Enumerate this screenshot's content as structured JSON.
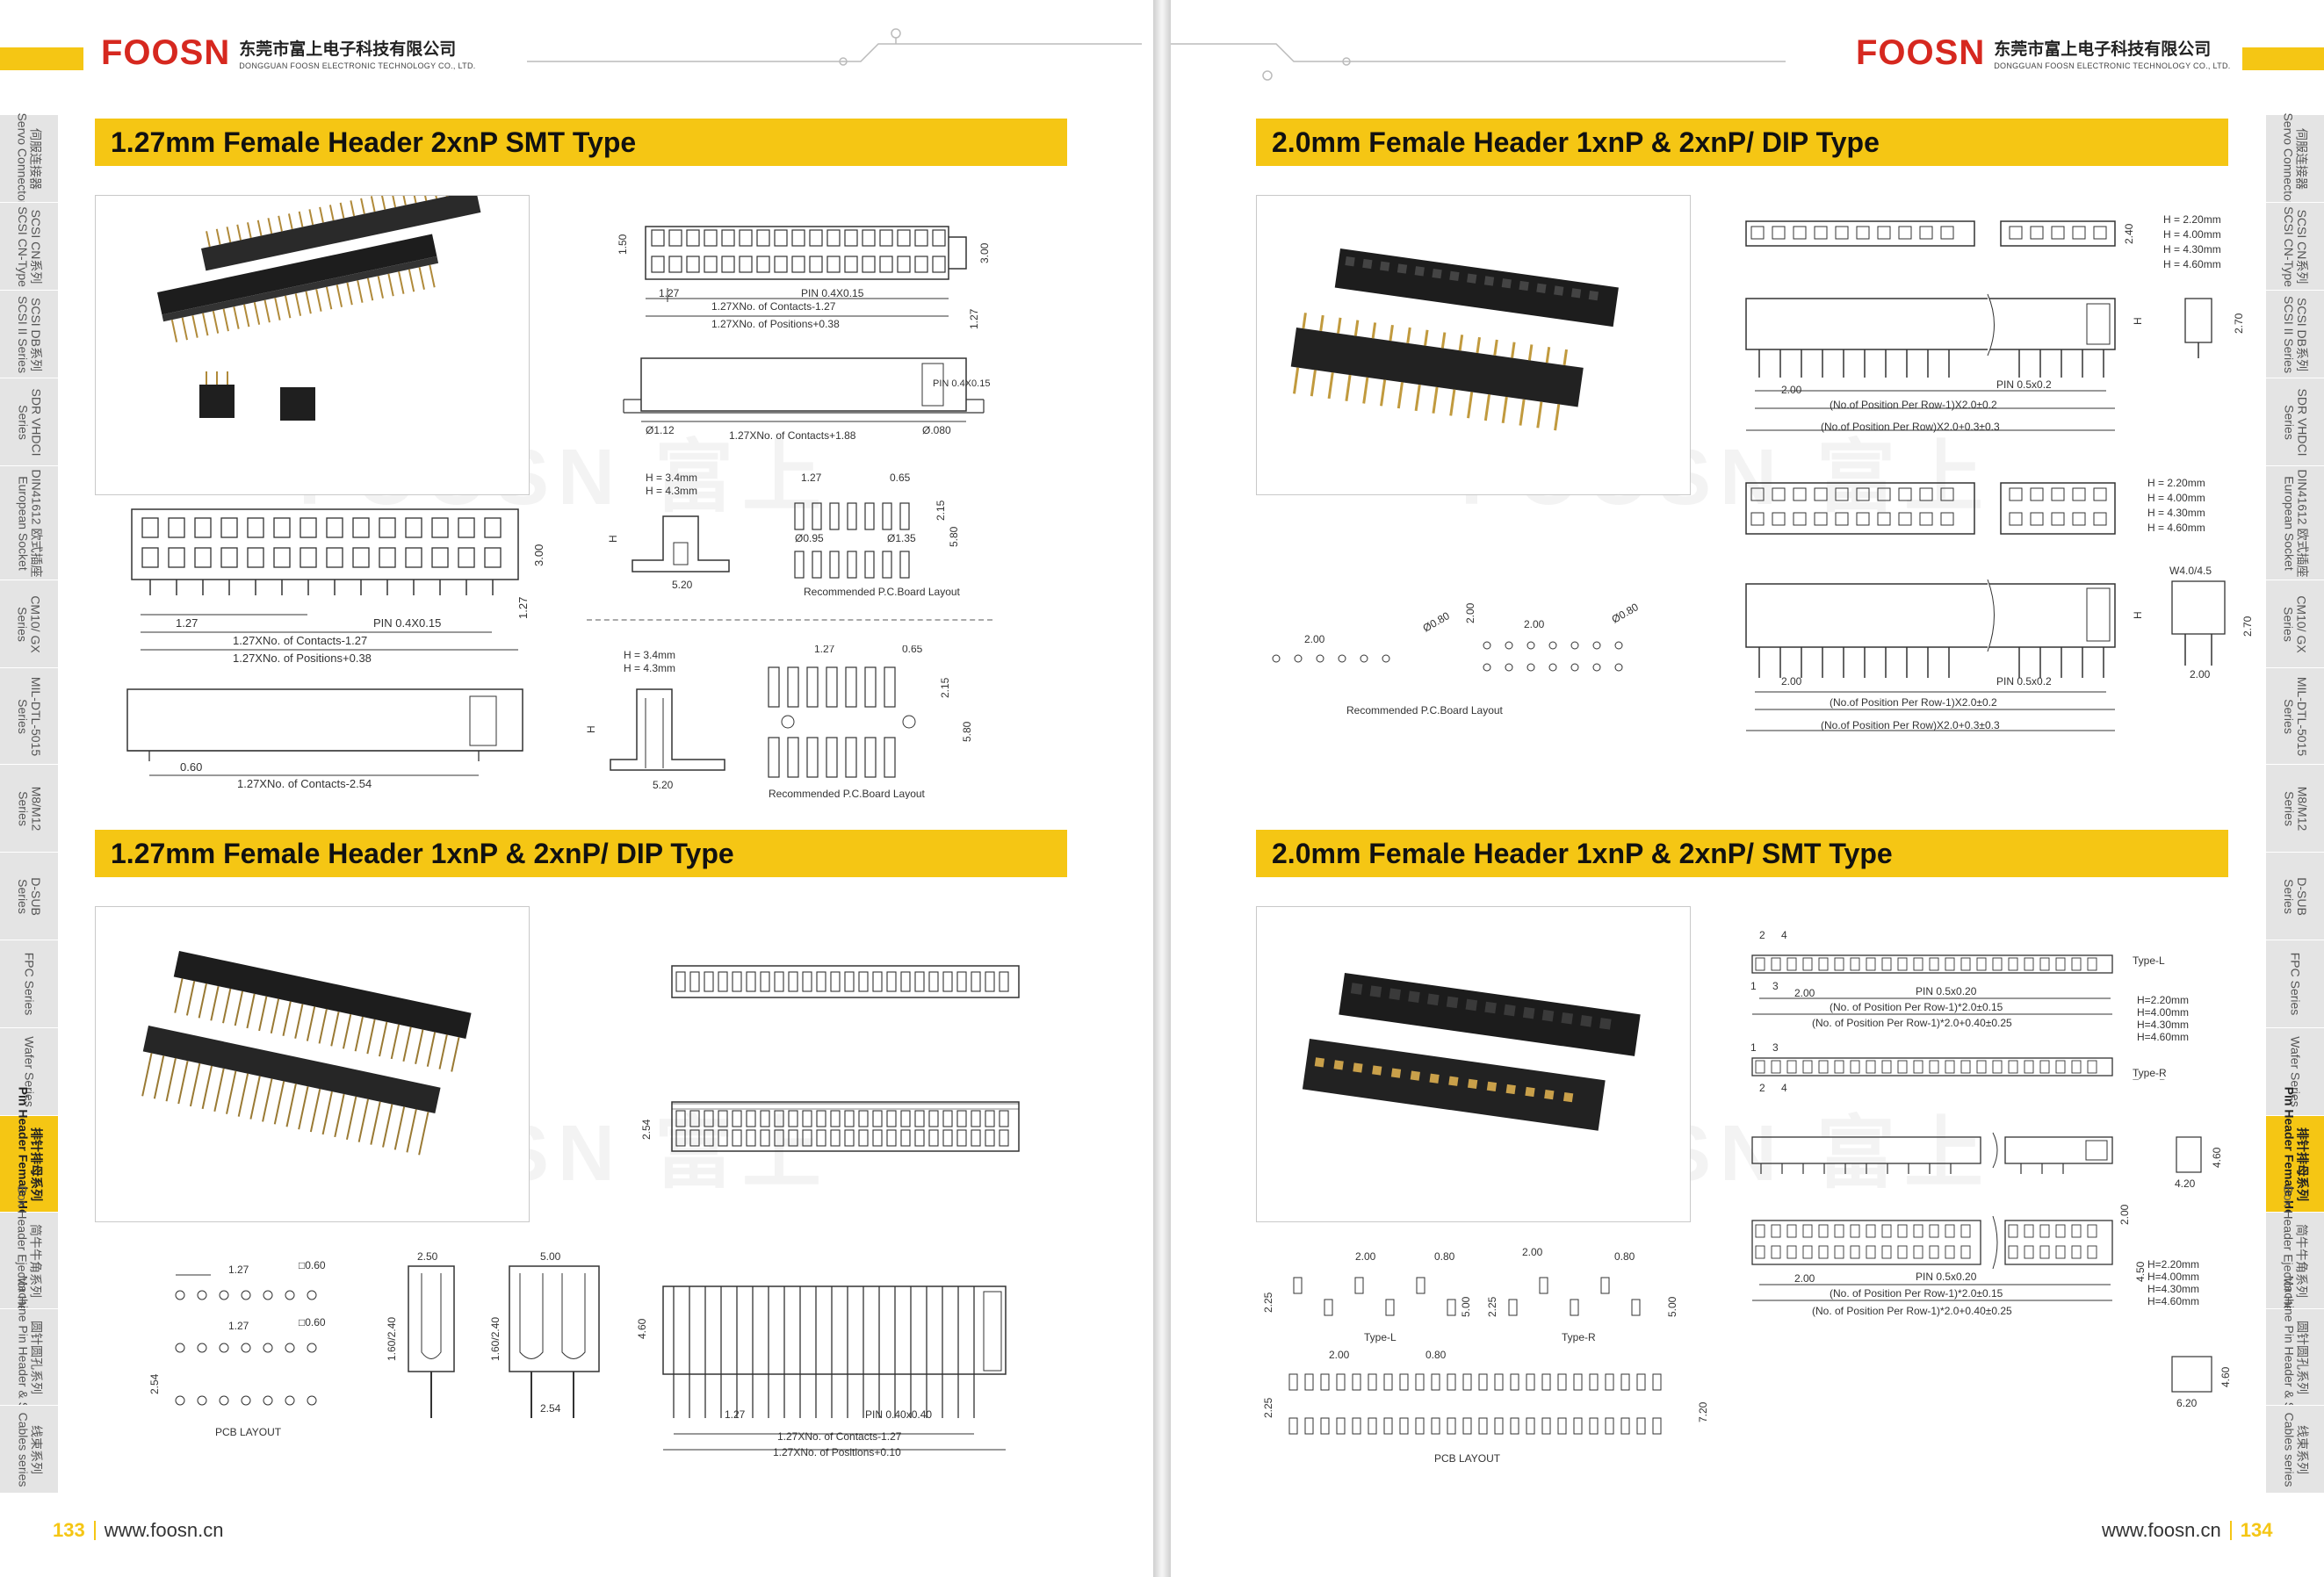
{
  "brand": {
    "logo": "FOOSN",
    "cn_name": "东莞市富上电子科技有限公司",
    "en_name": "DONGGUAN FOOSN ELECTRONIC TECHNOLOGY CO., LTD."
  },
  "watermark": "FOOSN 富上",
  "sections": {
    "left_top": "1.27mm Female Header 2xnP SMT Type",
    "left_bottom": "1.27mm Female Header 1xnP & 2xnP/ DIP Type",
    "right_top": "2.0mm Female Header 1xnP & 2xnP/ DIP Type",
    "right_bottom": "2.0mm Female Header 1xnP & 2xnP/ SMT Type"
  },
  "footer": {
    "left_page": "133",
    "right_page": "134",
    "url": "www.foosn.cn"
  },
  "tabs": [
    {
      "cn": "伺服连接器",
      "en": "Servo Connector"
    },
    {
      "cn": "SCSI CN系列",
      "en": "SCSI CN-Type"
    },
    {
      "cn": "SCSI DB系列",
      "en": "SCSI II Series"
    },
    {
      "cn": "SDR VHDCI",
      "en": "Series"
    },
    {
      "cn": "DIN41612 欧式插座",
      "en": "European Socket"
    },
    {
      "cn": "CM10/ GX",
      "en": "Series"
    },
    {
      "cn": "MIL-DTL-5015",
      "en": "Series"
    },
    {
      "cn": "M8/M12",
      "en": "Series"
    },
    {
      "cn": "D-SUB",
      "en": "Series"
    },
    {
      "cn": "FPC Series",
      "en": ""
    },
    {
      "cn": "Wafer Series",
      "en": ""
    },
    {
      "cn": "排针排母系列",
      "en": "Pin Header Female Header"
    },
    {
      "cn": "简牛牛角系列",
      "en": "Box Header Ejector Header"
    },
    {
      "cn": "圆针圆孔系列",
      "en": "Machine Pin Header & Socket"
    },
    {
      "cn": "线束系列",
      "en": "Cables series"
    }
  ],
  "dims": {
    "lt_pin": "PIN 0.4X0.15",
    "lt_contacts": "1.27XNo. of Contacts-1.27",
    "lt_positions": "1.27XNo. of Positions+0.38",
    "lt_pitch": "1.27",
    "lt_h1": "1.50",
    "lt_h2": "3.00",
    "lt_dia1": "Ø1.12",
    "lt_contacts2": "1.27XNo. of Contacts+1.88",
    "lt_dia2": "Ø.080",
    "lt_hh": "H = 3.4mm",
    "lt_hh2": "H = 4.3mm",
    "lt_w": "5.20",
    "lt_p065": "0.65",
    "lt_d095": "Ø0.95",
    "lt_d135": "Ø1.35",
    "lt_215": "2.15",
    "lt_580": "5.80",
    "lt_rec": "Recommended P.C.Board Layout",
    "lt_060": "0.60",
    "lt_contacts3": "1.27XNo. of Contacts-2.54",
    "lt_h": "H",
    "lb_060": "□0.60",
    "lb_254": "2.54",
    "lb_pcb": "PCB LAYOUT",
    "lb_250": "2.50",
    "lb_500": "5.00",
    "lb_160": "1.60/2.40",
    "lb_460": "4.60",
    "lb_pin": "PIN 0.40x0.40",
    "lb_contacts": "1.27XNo. of Contacts-1.27",
    "lb_positions": "1.27XNo. of Positions+0.10",
    "rt_h220": "H = 2.20mm",
    "rt_h400": "H = 4.00mm",
    "rt_h430": "H = 4.30mm",
    "rt_h460": "H = 4.60mm",
    "rt_240": "2.40",
    "rt_270": "2.70",
    "rt_pin": "PIN 0.5x0.2",
    "rt_200": "2.00",
    "rt_row1": "(No.of Position Per Row-1)X2.0±0.2",
    "rt_row2": "(No.of Position Per Row)X2.0+0.3±0.3",
    "rt_w40": "W4.0/4.5",
    "rt_d080": "Ø0.80",
    "rt_rec": "Recommended P.C.Board Layout",
    "rb_typel": "Type-L",
    "rb_typer": "Type-R",
    "rb_h220": "H=2.20mm",
    "rb_h400": "H=4.00mm",
    "rb_h430": "H=4.30mm",
    "rb_h460": "H=4.60mm",
    "rb_pin": "PIN 0.5x0.20",
    "rb_row1": "(No. of Position Per Row-1)*2.0±0.15",
    "rb_row2": "(No. of Position Per Row-1)*2.0+0.40±0.25",
    "rb_460": "4.60",
    "rb_420": "4.20",
    "rb_450": "4.50",
    "rb_620": "6.20",
    "rb_200": "2.00",
    "rb_080": "0.80",
    "rb_225": "2.25",
    "rb_500": "5.00",
    "rb_720": "7.20",
    "rb_pcb": "PCB LAYOUT",
    "n1": "1",
    "n2": "2",
    "n3": "3",
    "n4": "4"
  },
  "colors": {
    "accent": "#f5c614",
    "brand_red": "#d6281f"
  }
}
